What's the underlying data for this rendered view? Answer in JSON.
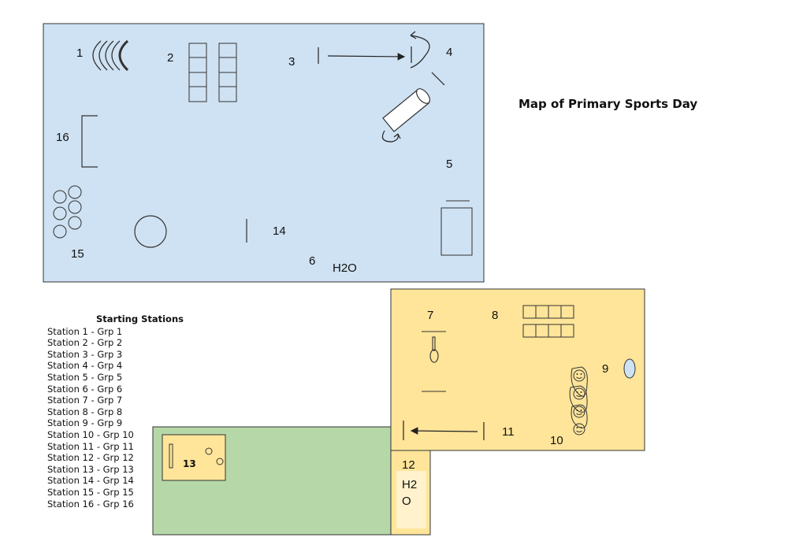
{
  "title": "Map of Primary Sports Day",
  "legend": {
    "heading": "Starting Stations",
    "items": [
      "Station 1 - Grp 1",
      "Station 2 - Grp 2",
      "Station 3 - Grp 3",
      "Station 4 - Grp 4",
      "Station 5 - Grp 5",
      "Station 6 - Grp 6",
      "Station 7 - Grp 7",
      "Station 8 - Grp 8",
      "Station 9 - Grp 9",
      "Station 10 - Grp 10",
      "Station 11 - Grp 11",
      "Station 12 - Grp 12",
      "Station 13 - Grp 13",
      "Station 14 - Grp 14",
      "Station 15 - Grp 15",
      "Station 16 - Grp 16"
    ]
  },
  "stations": {
    "s1": "1",
    "s2": "2",
    "s3": "3",
    "s4": "4",
    "s5": "5",
    "s6": "6",
    "s7": "7",
    "s8": "8",
    "s9": "9",
    "s10": "10",
    "s11": "11",
    "s12": "12",
    "s13": "13",
    "s14": "14",
    "s15": "15",
    "s16": "16"
  },
  "water_labels": {
    "main": "H2O",
    "annex_line1": "H2",
    "annex_line2": "O"
  },
  "colors": {
    "field_blue": "#cfe2f3",
    "area_yellow": "#ffe599",
    "area_green": "#b6d7a8",
    "water_box": "#fff2cc",
    "outline": "#333333"
  }
}
